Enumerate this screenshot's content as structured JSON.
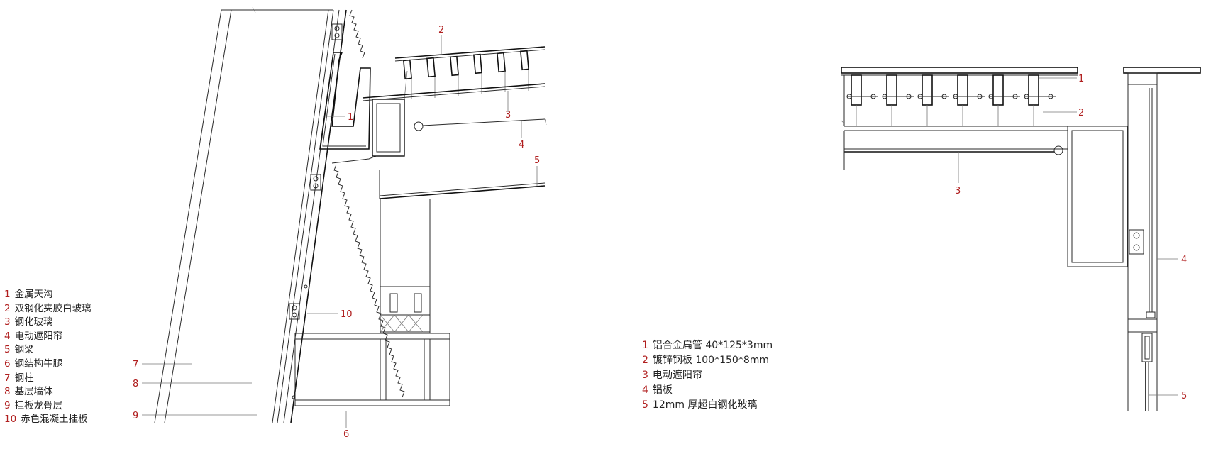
{
  "legend_left": {
    "items": [
      {
        "num": "1",
        "label": "金属天沟"
      },
      {
        "num": "2",
        "label": "双钢化夹胶白玻璃"
      },
      {
        "num": "3",
        "label": "钢化玻璃"
      },
      {
        "num": "4",
        "label": "电动遮阳帘"
      },
      {
        "num": "5",
        "label": "钢梁"
      },
      {
        "num": "6",
        "label": "钢结构牛腿"
      },
      {
        "num": "7",
        "label": "钢柱"
      },
      {
        "num": "8",
        "label": "基层墙体"
      },
      {
        "num": "9",
        "label": "挂板龙骨层"
      },
      {
        "num": "10",
        "label": "赤色混凝土挂板"
      }
    ]
  },
  "legend_right": {
    "items": [
      {
        "num": "1",
        "label": "铝合金扁管 40*125*3mm"
      },
      {
        "num": "2",
        "label": "镀锌钢板 100*150*8mm"
      },
      {
        "num": "3",
        "label": "电动遮阳帘"
      },
      {
        "num": "4",
        "label": "铝板"
      },
      {
        "num": "5",
        "label": "12mm 厚超白钢化玻璃"
      }
    ]
  },
  "callouts_left": [
    "1",
    "2",
    "3",
    "4",
    "5",
    "6",
    "7",
    "8",
    "9",
    "10"
  ],
  "callouts_right": [
    "1",
    "2",
    "3",
    "4",
    "5"
  ],
  "colors": {
    "accent": "#b01e1e",
    "line": "#111111"
  }
}
